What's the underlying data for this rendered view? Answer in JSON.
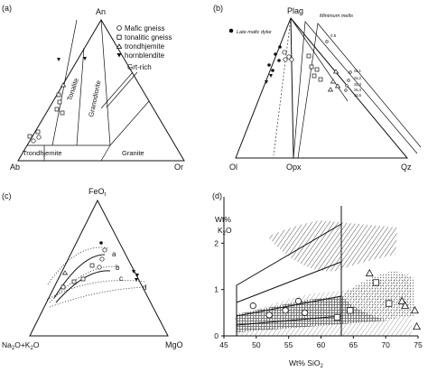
{
  "panels": {
    "a": {
      "tag": "(a)",
      "apices": {
        "top": "An",
        "left": "Ab",
        "right": "Or"
      },
      "fields": {
        "tonalite": "Tonalite",
        "granodiorite": "Granodiorite",
        "trondhjemite": "Trondhjemite",
        "granite": "Granite"
      },
      "legend": [
        {
          "symbol": "circle-open",
          "label": "Mafic gneiss"
        },
        {
          "symbol": "square-open",
          "label": "tonalitic gneiss"
        },
        {
          "symbol": "triangle-open",
          "label": "trondhjemite"
        },
        {
          "symbol": "triangle-down-filled",
          "label": "hornblendite"
        }
      ],
      "callout": "Grt-rich"
    },
    "b": {
      "tag": "(b)",
      "apices": {
        "top": "Plag",
        "left": "Ol",
        "mid": "Opx",
        "right": "Qz"
      },
      "legend_label": "Late mafic dyke",
      "top_note": "Minimum melts",
      "small_labels": [
        "0.5",
        "SL1",
        "SL2",
        "SL3",
        "SL4",
        "SL5"
      ]
    },
    "c": {
      "tag": "(c)",
      "apices": {
        "top": "FeOt",
        "left": "Na2O+K2O",
        "right": "MgO"
      },
      "top_label_main": "FeO",
      "top_label_sub": "t",
      "left_label_parts": [
        "Na",
        "2",
        "O+K",
        "2",
        "O"
      ],
      "trend_labels": [
        "a",
        "b",
        "c",
        "d"
      ]
    },
    "d": {
      "tag": "(d)",
      "ylabel_line1": "Wt%",
      "ylabel_line2_main": "K",
      "ylabel_line2_sub": "2",
      "ylabel_line2_end": "O",
      "xlabel_main": "Wt% SiO",
      "xlabel_sub": "2",
      "xticks": [
        "45",
        "50",
        "55",
        "60",
        "65",
        "70",
        "75"
      ],
      "yticks": [
        "0",
        "1",
        "2"
      ]
    }
  },
  "chart_data": {
    "type": "scatter",
    "xlim": [
      45,
      75
    ],
    "ylim": [
      0,
      3
    ],
    "xticks": [
      45,
      50,
      55,
      60,
      65,
      70,
      75
    ],
    "yticks": [
      0,
      1,
      2
    ],
    "series": [
      {
        "symbol": "circle-open",
        "points": [
          [
            49.5,
            0.65
          ],
          [
            52.0,
            0.45
          ],
          [
            54.5,
            0.55
          ],
          [
            56.5,
            0.75
          ],
          [
            57.5,
            0.5
          ]
        ]
      },
      {
        "symbol": "square-open",
        "points": [
          [
            62.5,
            0.4
          ],
          [
            64.5,
            0.55
          ],
          [
            68.5,
            1.15
          ],
          [
            70.5,
            0.7
          ]
        ]
      },
      {
        "symbol": "triangle-open",
        "points": [
          [
            67.5,
            1.35
          ],
          [
            72.5,
            0.75
          ],
          [
            73.0,
            0.65
          ],
          [
            74.5,
            0.55
          ],
          [
            74.8,
            0.2
          ]
        ]
      }
    ]
  }
}
